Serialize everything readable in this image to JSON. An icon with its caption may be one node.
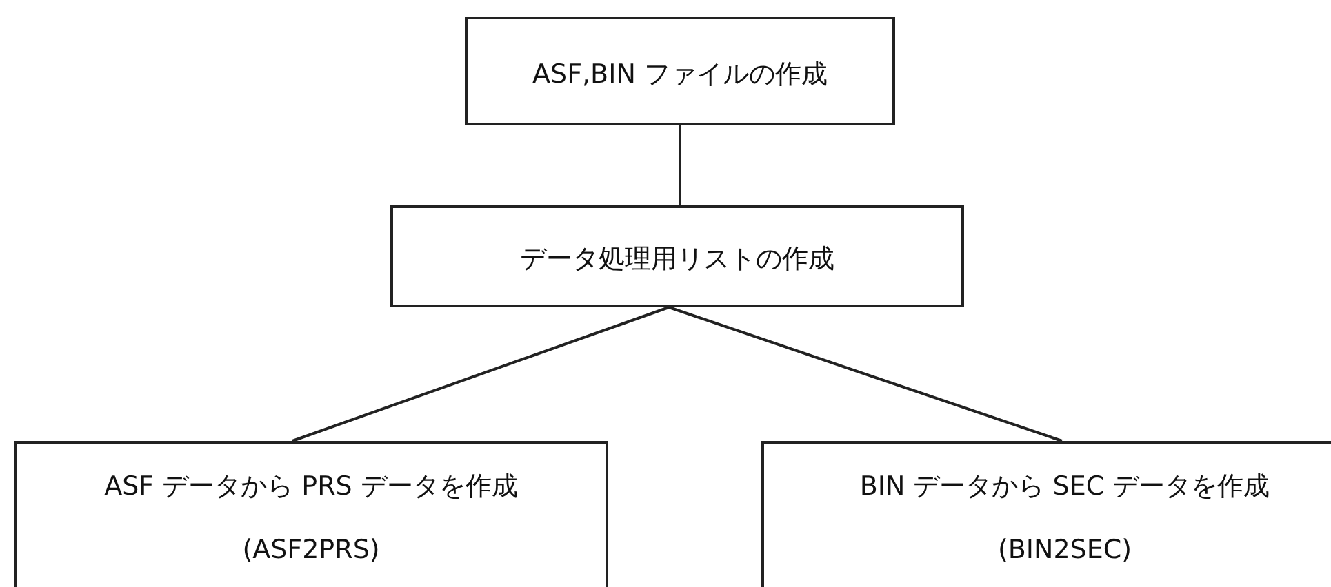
{
  "diagram": {
    "nodes": [
      {
        "text": [
          "ASF,BIN ファイルの作成"
        ]
      },
      {
        "text": [
          "データ処理用リストの作成"
        ]
      },
      {
        "text": [
          "ASF データから PRS データを作成",
          "(ASF2PRS)"
        ]
      },
      {
        "text": [
          "BIN データから SEC データを作成",
          "(BIN2SEC)"
        ]
      }
    ],
    "edges": [
      {
        "from": 0,
        "to": 1,
        "arrow": "none"
      },
      {
        "from": 1,
        "to": 2,
        "arrow": "none"
      },
      {
        "from": 1,
        "to": 3,
        "arrow": "none"
      }
    ]
  }
}
